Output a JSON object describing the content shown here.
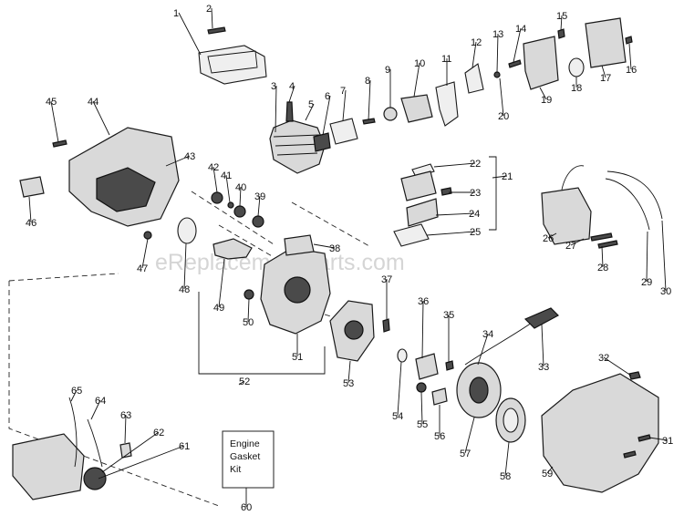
{
  "watermark": "eReplacementParts.com",
  "kit_box": {
    "lines": [
      "Engine",
      "Gasket",
      "Kit"
    ]
  },
  "part_numbers": [
    "1",
    "2",
    "3",
    "4",
    "5",
    "6",
    "7",
    "8",
    "9",
    "10",
    "11",
    "12",
    "13",
    "14",
    "15",
    "16",
    "17",
    "18",
    "19",
    "20",
    "21",
    "22",
    "23",
    "24",
    "25",
    "26",
    "27",
    "28",
    "29",
    "30",
    "31",
    "32",
    "33",
    "34",
    "35",
    "36",
    "37",
    "38",
    "39",
    "40",
    "41",
    "42",
    "43",
    "44",
    "45",
    "46",
    "47",
    "48",
    "49",
    "50",
    "51",
    "52",
    "53",
    "54",
    "55",
    "56",
    "57",
    "58",
    "59",
    "60",
    "61",
    "62",
    "63",
    "64",
    "65"
  ]
}
